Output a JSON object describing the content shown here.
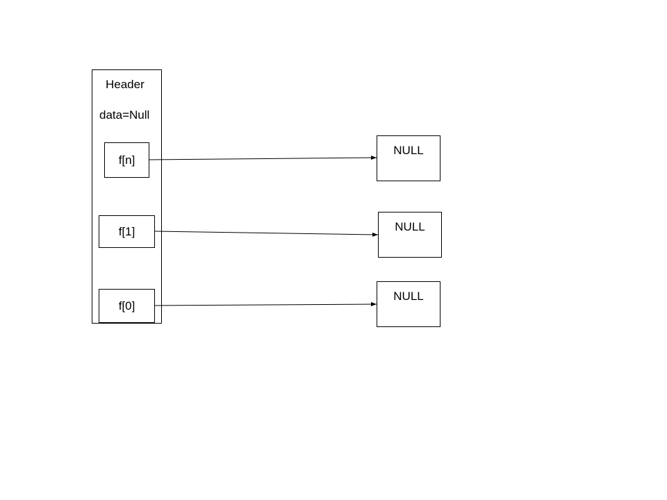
{
  "header": {
    "title": "Header",
    "data_field": "data=Null"
  },
  "pointers": [
    {
      "label": "f[n]",
      "target": "NULL"
    },
    {
      "label": "f[1]",
      "target": "NULL"
    },
    {
      "label": "f[0]",
      "target": "NULL"
    }
  ],
  "colors": {
    "stroke": "#000000",
    "background": "#ffffff"
  }
}
